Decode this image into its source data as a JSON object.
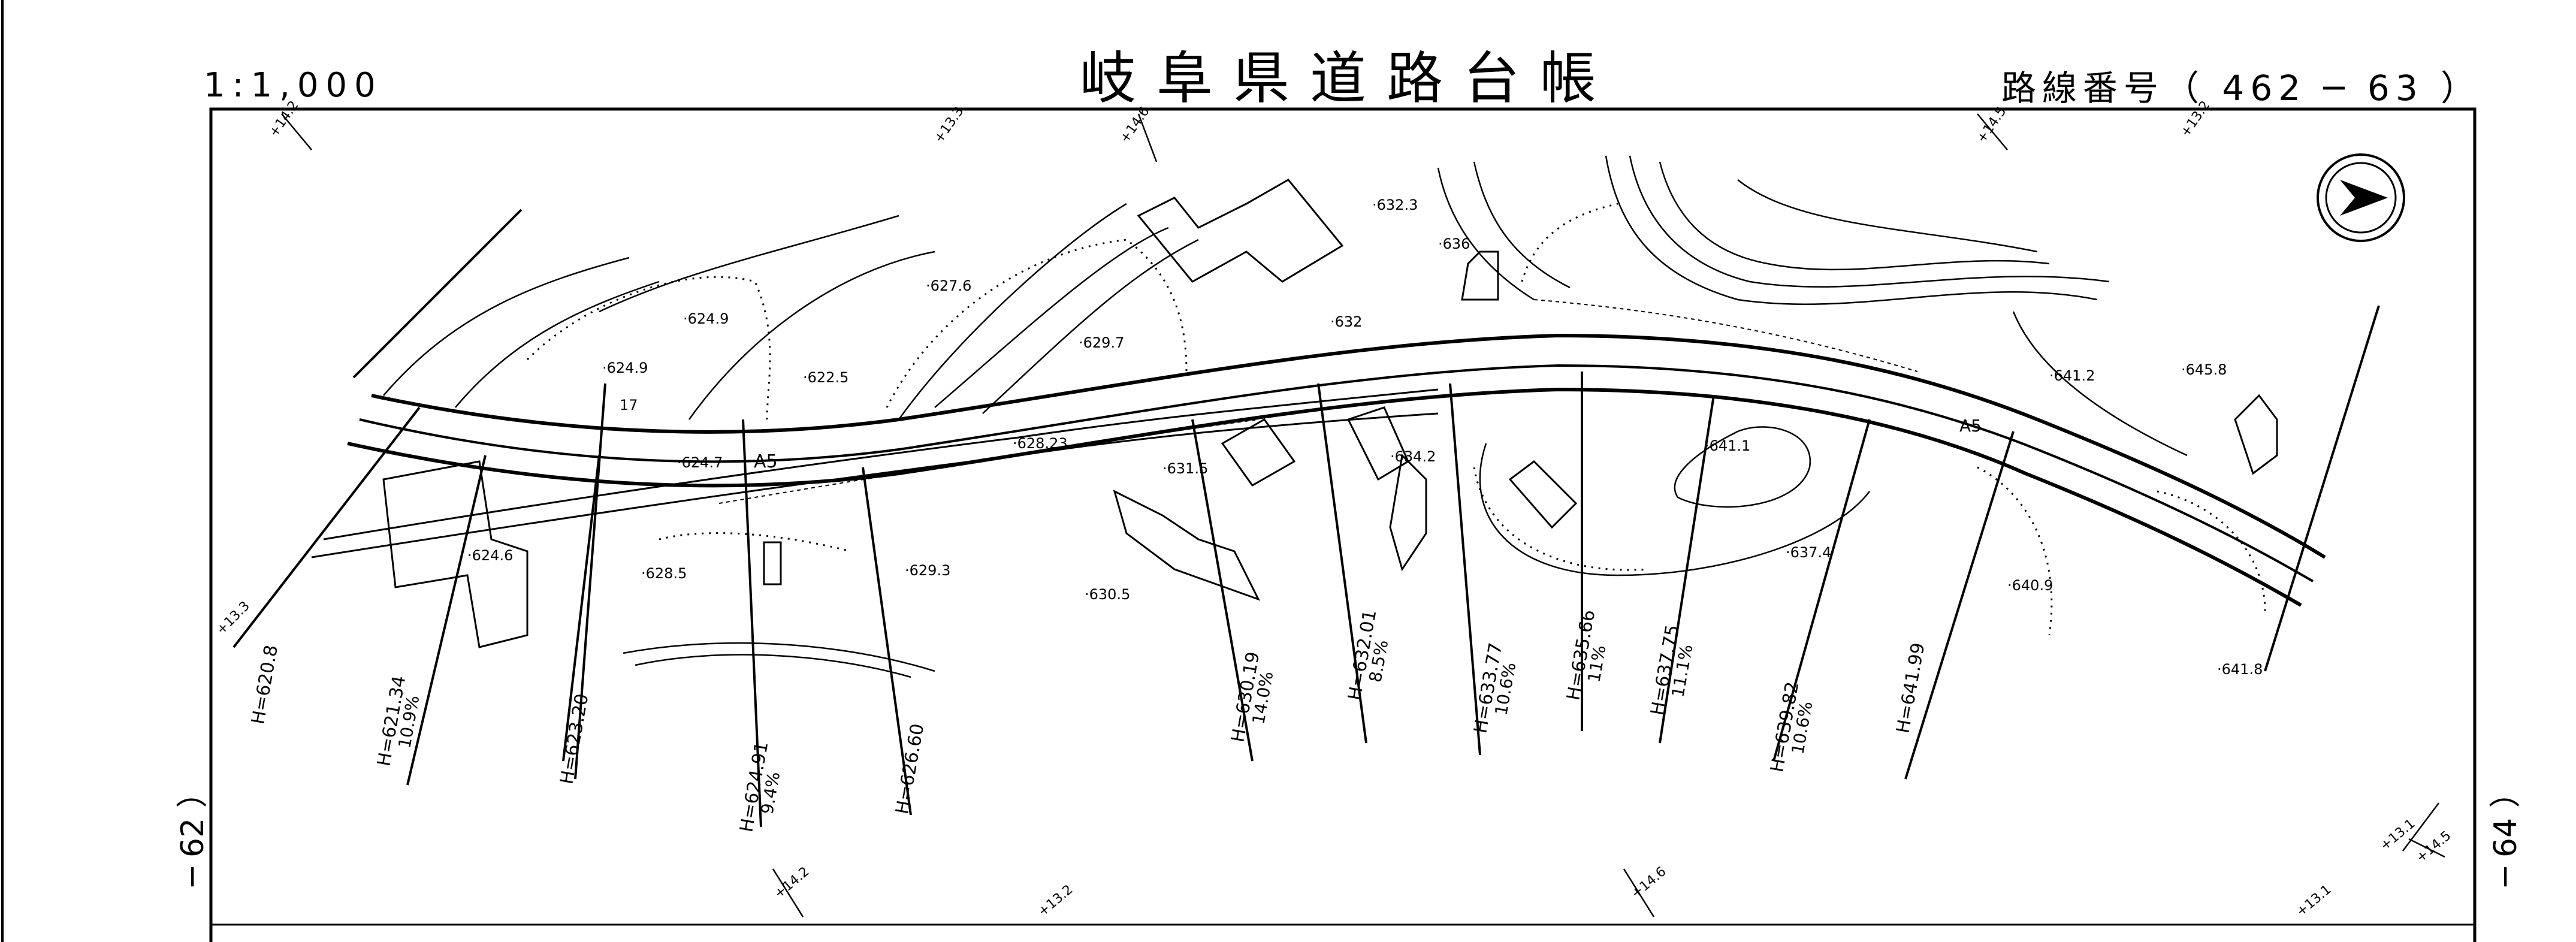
{
  "header": {
    "title": "岐阜県道路台帳",
    "scale": "1:1,000",
    "route_number": "路線番号（ 462 ─ 63 ）"
  },
  "adjacent_sheets": {
    "left": "─ 62 ）",
    "right": "─ 64 ）"
  },
  "map": {
    "road_label": "A5",
    "north_arrow": "north-arrow-icon",
    "spot_elevations": [
      "624.9",
      "624.9",
      "622.5",
      "627.6",
      "629.7",
      "624.7",
      "628.23",
      "631.5",
      "632",
      "632.3",
      "636",
      "634.2",
      "641.1",
      "641.2",
      "645.8",
      "624.6",
      "628.5",
      "629.3",
      "630.5",
      "637.4",
      "640.9",
      "641.8"
    ],
    "station_marks_top": [
      "+14.2",
      "+13.3",
      "+14.6",
      "+14.5",
      "+13.2"
    ],
    "station_marks_bottom": [
      "+14.2",
      "+13.2",
      "+14.6",
      "+13.1",
      "+13.1",
      "+14.5"
    ],
    "station_mark_left": "+13.3",
    "cross_sections": [
      {
        "h": "H=620.8",
        "grade": ""
      },
      {
        "h": "H=621.34",
        "grade": "10.9%"
      },
      {
        "h": "H=623.20",
        "grade": ""
      },
      {
        "h": "H=624.91",
        "grade": "9.4%"
      },
      {
        "h": "H=626.60",
        "grade": ""
      },
      {
        "h": "H=630.19",
        "grade": "14.0%"
      },
      {
        "h": "H=632.01",
        "grade": "8.5%"
      },
      {
        "h": "H=633.77",
        "grade": "10.6%"
      },
      {
        "h": "H=635.66",
        "grade": "11%"
      },
      {
        "h": "H=637.75",
        "grade": "11.1%"
      },
      {
        "h": "H=639.82",
        "grade": "10.6%"
      },
      {
        "h": "H=641.99",
        "grade": ""
      }
    ],
    "misc_labels": [
      "17",
      "A5"
    ]
  }
}
